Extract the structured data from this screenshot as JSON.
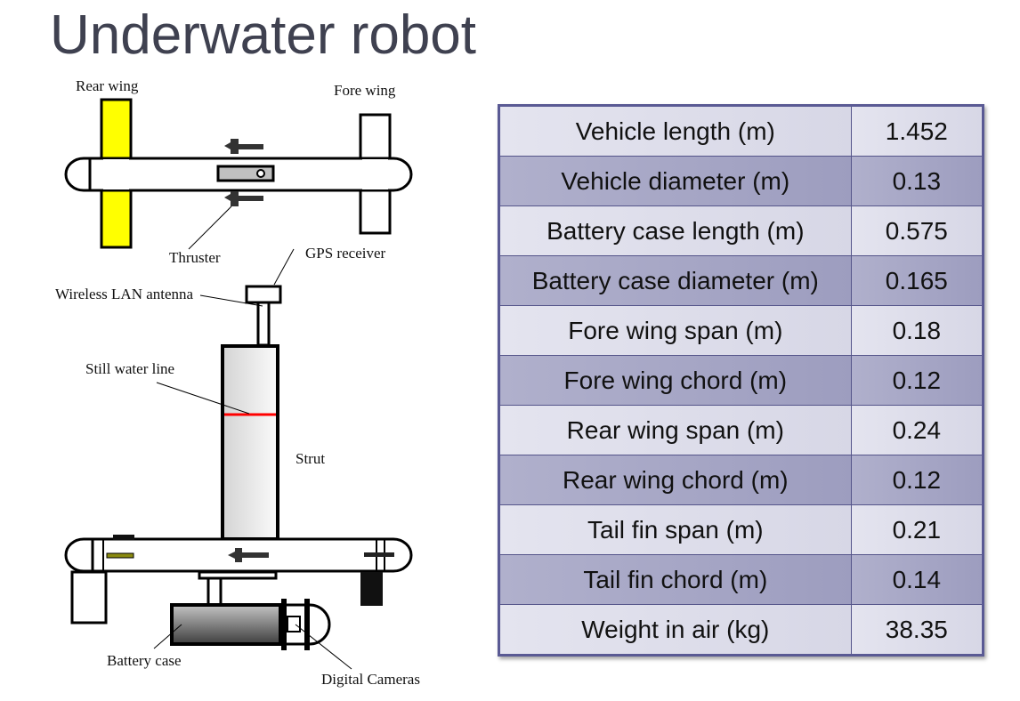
{
  "title": "Underwater robot",
  "diagram": {
    "labels": {
      "rear_wing": "Rear wing",
      "fore_wing": "Fore wing",
      "thruster": "Thruster",
      "gps_receiver": "GPS receiver",
      "wireless_lan_antenna": "Wireless LAN antenna",
      "still_water_line": "Still water line",
      "strut": "Strut",
      "battery_case": "Battery case",
      "digital_cameras": "Digital Cameras"
    },
    "colors": {
      "rear_wing": "#ffff00",
      "water_line": "#ff0000",
      "outline": "#000000"
    }
  },
  "specs": {
    "rows": [
      {
        "label": "Vehicle length (m)",
        "value": "1.452"
      },
      {
        "label": "Vehicle diameter (m)",
        "value": "0.13"
      },
      {
        "label": "Battery case length (m)",
        "value": "0.575"
      },
      {
        "label": "Battery case diameter (m)",
        "value": "0.165"
      },
      {
        "label": "Fore wing span (m)",
        "value": "0.18"
      },
      {
        "label": "Fore wing chord (m)",
        "value": "0.12"
      },
      {
        "label": "Rear wing span (m)",
        "value": "0.24"
      },
      {
        "label": "Rear wing chord (m)",
        "value": "0.12"
      },
      {
        "label": "Tail fin span (m)",
        "value": "0.21"
      },
      {
        "label": "Tail fin chord (m)",
        "value": "0.14"
      },
      {
        "label": "Weight in air (kg)",
        "value": "38.35"
      }
    ]
  }
}
